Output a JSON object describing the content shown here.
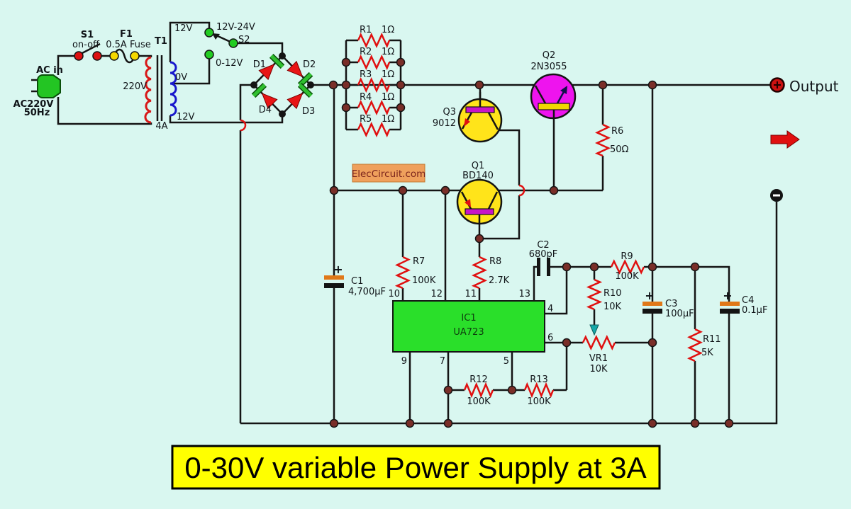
{
  "diagram": "analog power supply schematic",
  "title": "0-30V variable Power Supply at 3A",
  "watermark": "ElecCircuit.com",
  "labels": {
    "ac_in": "AC in",
    "ac220v": "AC220V",
    "hz50": "50Hz",
    "s1": "S1",
    "on_off": "on-off",
    "f1": "F1",
    "fuse": "0.5A Fuse",
    "t1": "T1",
    "v220": "220V",
    "a4": "4A",
    "tap12_top": "12V",
    "tap0": "0V",
    "tap12_bot": "12V",
    "pos_12_24": "12V-24V",
    "pos_0_12": "0-12V",
    "s2": "S2",
    "d1": "D1",
    "d2": "D2",
    "d3": "D3",
    "d4": "D4",
    "r1": "R1",
    "r2": "R2",
    "r3": "R3",
    "r4": "R4",
    "r5": "R5",
    "ohm1": "1Ω",
    "q1": "Q1",
    "q1p": "BD140",
    "q2": "Q2",
    "q2p": "2N3055",
    "q3": "Q3",
    "q3p": "9012",
    "c1": "C1",
    "c1v": "4,700μF",
    "c2": "C2",
    "c2v": "680pF",
    "c3": "C3",
    "c3v": "100μF",
    "c4": "C4",
    "c4v": "0.1μF",
    "plus": "+",
    "r6": "R6",
    "r6v": "50Ω",
    "r7": "R7",
    "r7v": "100K",
    "r8": "R8",
    "r8v": "2.7K",
    "r9": "R9",
    "r9v": "100K",
    "r10": "R10",
    "r10v": "10K",
    "r11": "R11",
    "r11v": "5K",
    "r12": "R12",
    "r12v": "100K",
    "r13": "R13",
    "r13v": "100K",
    "vr1": "VR1",
    "vr1v": "10K",
    "ic1": "IC1",
    "ua723": "UA723",
    "p4": "4",
    "p5": "5",
    "p6": "6",
    "p7": "7",
    "p9": "9",
    "p10": "10",
    "p11": "11",
    "p12": "12",
    "p13": "13",
    "output": "Output"
  },
  "colors": {
    "background": "#D9F7F0",
    "wire": "#141414",
    "resistor": "#E01010",
    "primary_coil": "#D81818",
    "secondary_coil": "#1818CC",
    "diode_body": "#E81515",
    "diode_bar": "#2FBF2F",
    "transistor_yellow": "#FFE41A",
    "transistor_magenta": "#EE14EE",
    "base_bar_magenta": "#C814C8",
    "base_bar_yellow": "#F0D800",
    "ic_green": "#2ADF2A",
    "junction_dot": "#7A2E28",
    "switch_s1_dot": "#DD1111",
    "fuse_dot": "#F5D800",
    "switch_s2_dot": "#22CC22",
    "plug_green": "#23C523",
    "terminal_plus": "#CC1111",
    "terminal_minus": "#141414",
    "title_bg": "#FFFF00",
    "watermark_bg": "#EFA05C",
    "arrow_red": "#E01010",
    "wiper_teal": "#16A8A8"
  }
}
